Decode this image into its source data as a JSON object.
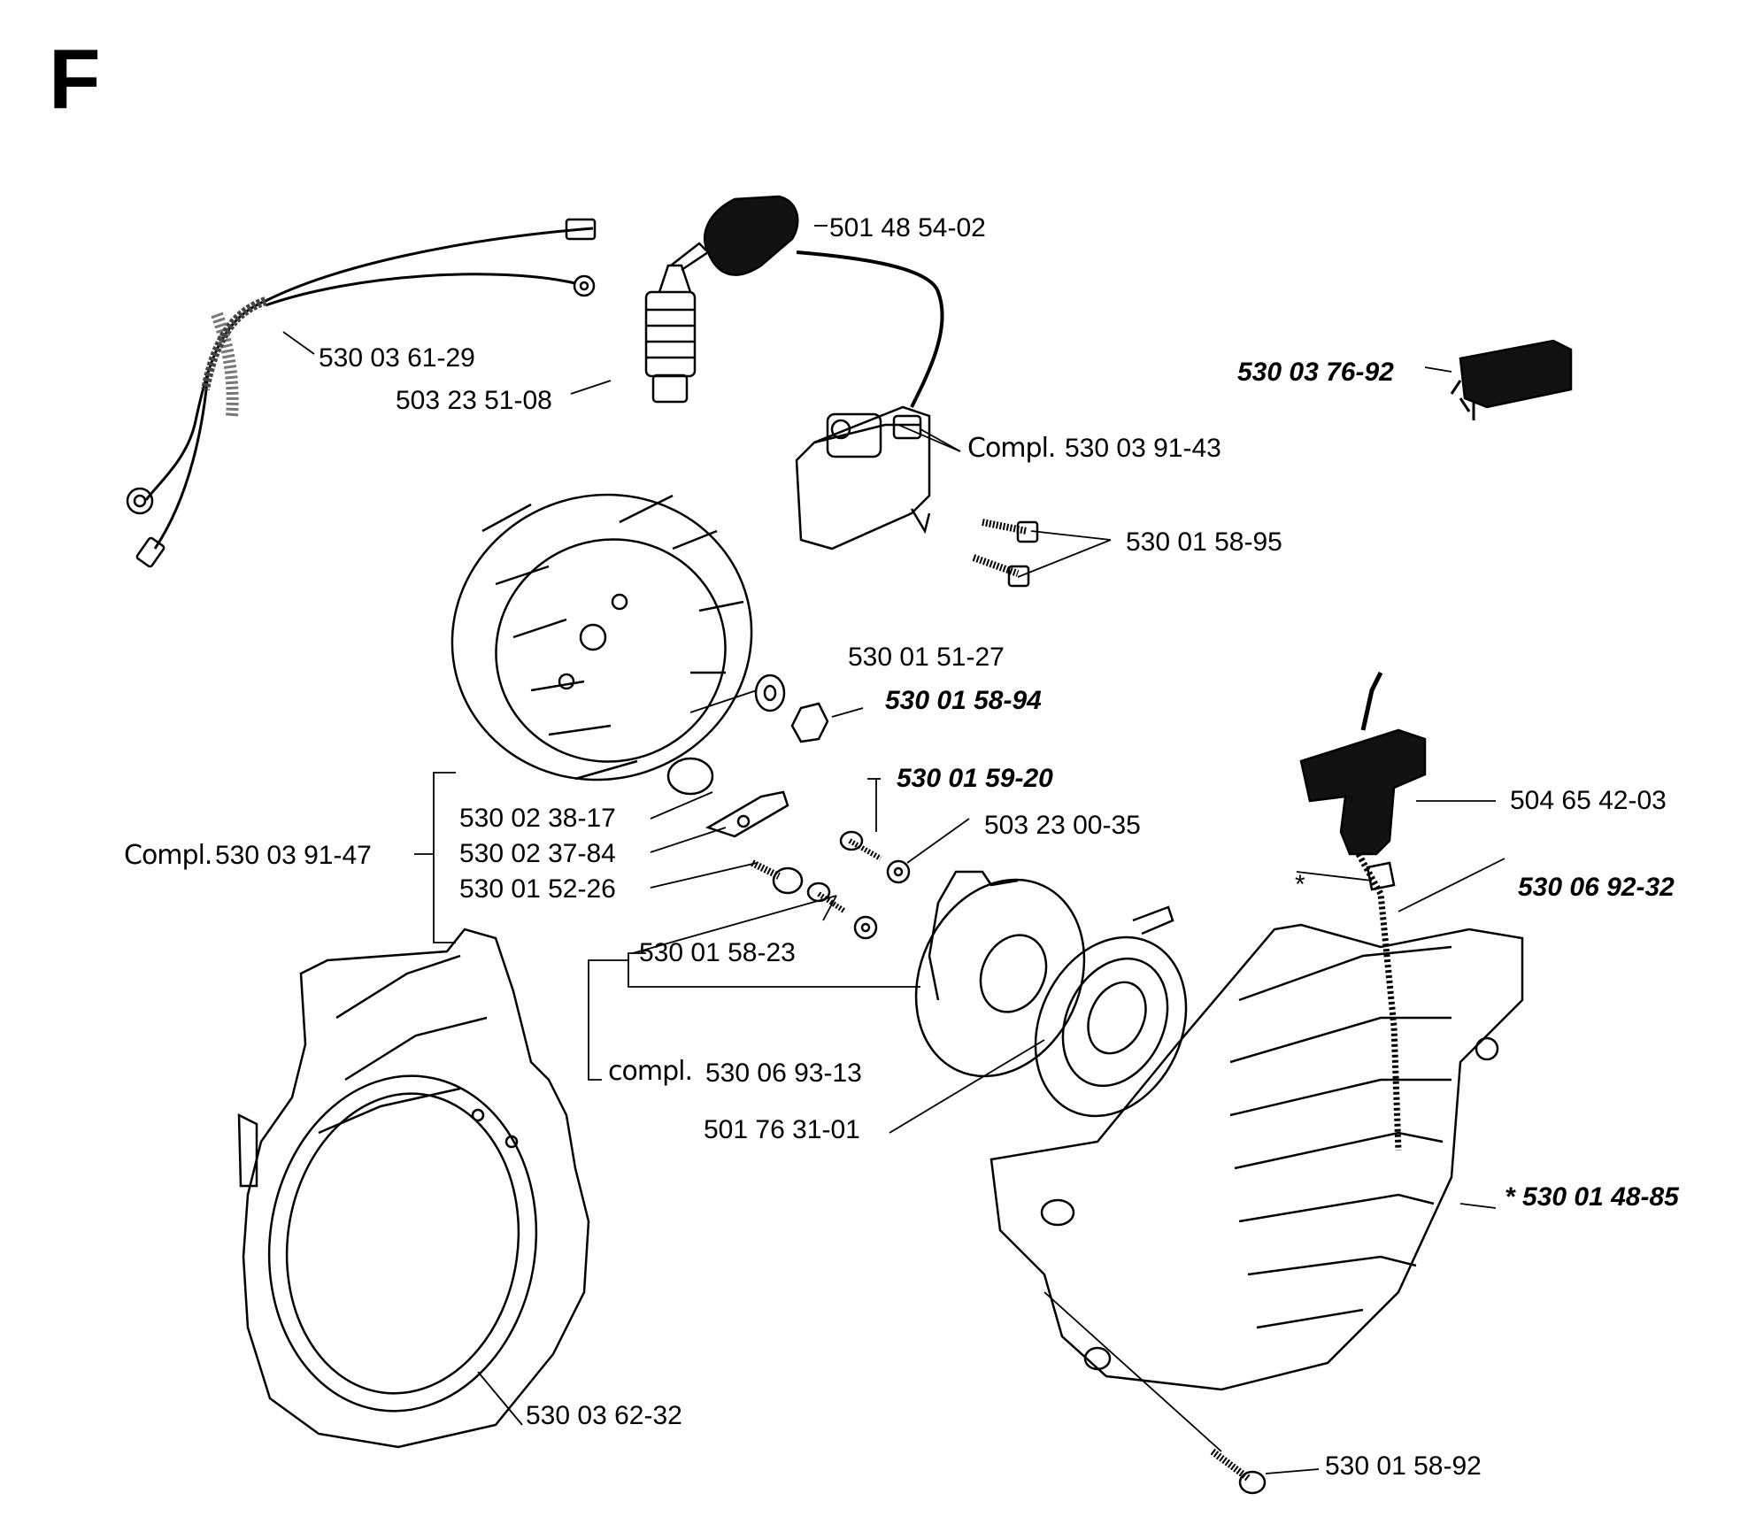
{
  "section_letter": "F",
  "labels": {
    "cap": "501 48 54-02",
    "wire_harness": "530 03 61-29",
    "spark_plug": "503 23 51-08",
    "switch": "530 03 76-92",
    "ignition_prefix": "Compl.",
    "ignition_module": "530 03 91-43",
    "module_screws": "530 01 58-95",
    "washer": "530 01 51-27",
    "nut": "530 01 58-94",
    "screw_top": "530 01 59-20",
    "washer_2": "503 23 00-35",
    "handle": "504 65 42-03",
    "spring_key": "530 02 38-17",
    "pawl": "530 02 37-84",
    "pin": "530 01 52-26",
    "flywheel_prefix": "Compl.",
    "flywheel": "530 03 91-47",
    "cable_star": "*",
    "cable": "530 06 92-32",
    "screw_washer": "530 01 58-23",
    "pulley_prefix": "compl.",
    "pulley": "530 06 93-13",
    "spring": "501 76 31-01",
    "starter_housing": "* 530 01 48-85",
    "fan_housing": "530 03 62-32",
    "bottom_screw": "530  01 58-92"
  }
}
